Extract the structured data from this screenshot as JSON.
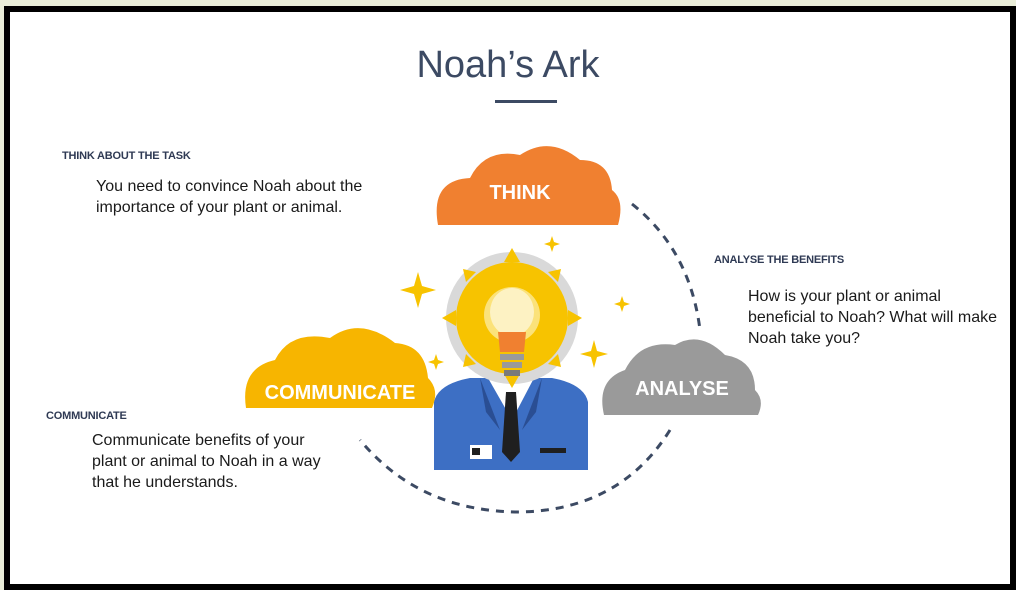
{
  "slide": {
    "title": "Noah’s Ark"
  },
  "sections": {
    "think": {
      "heading": "THINK ABOUT THE TASK",
      "body": "You need to convince Noah about the importance of your plant or animal.",
      "cloud_label": "THINK",
      "color": "#f08030"
    },
    "analyse": {
      "heading": "ANALYSE THE BENEFITS",
      "body": "How is your plant or animal beneficial to Noah? What will make Noah take you?",
      "cloud_label": "ANALYSE",
      "color": "#9a9a9a"
    },
    "communicate": {
      "heading": "COMMUNICATE",
      "body": "Communicate benefits of your plant or animal to Noah in a way that he understands.",
      "cloud_label": "COMMUNICATE",
      "color": "#f7b500"
    }
  },
  "colors": {
    "title": "#3c4a63",
    "dashed_cycle": "#3c4a63",
    "suit": "#3d6fc4",
    "bulb_glow": "#f7c300",
    "sparkle": "#f7c300"
  },
  "icons": [
    "lightbulb-head-icon",
    "sparkle-icon",
    "cloud-icon"
  ]
}
